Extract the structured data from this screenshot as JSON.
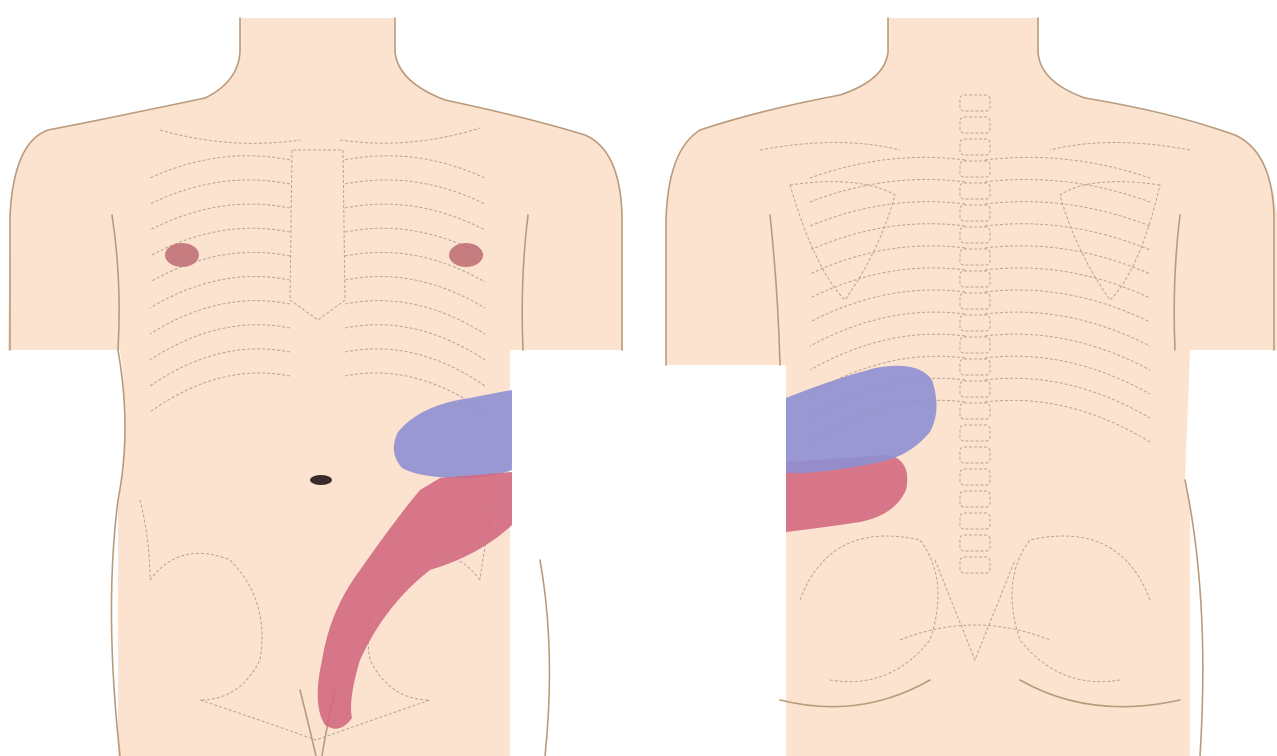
{
  "figure": {
    "views": [
      {
        "id": "front",
        "view": "anterior"
      },
      {
        "id": "back",
        "view": "posterior"
      }
    ],
    "regions": [
      {
        "id": "upper-pain-zone",
        "color": "#8e8fd2"
      },
      {
        "id": "lower-pain-zone",
        "color": "#d2697f"
      }
    ],
    "colors": {
      "skin": "#fbe3cf",
      "skin_shade": "#f3cfae",
      "outline": "#b99a7c",
      "bone_line": "#a89a88",
      "nipple": "#bd6b72",
      "navel": "#3a2a2a"
    }
  }
}
